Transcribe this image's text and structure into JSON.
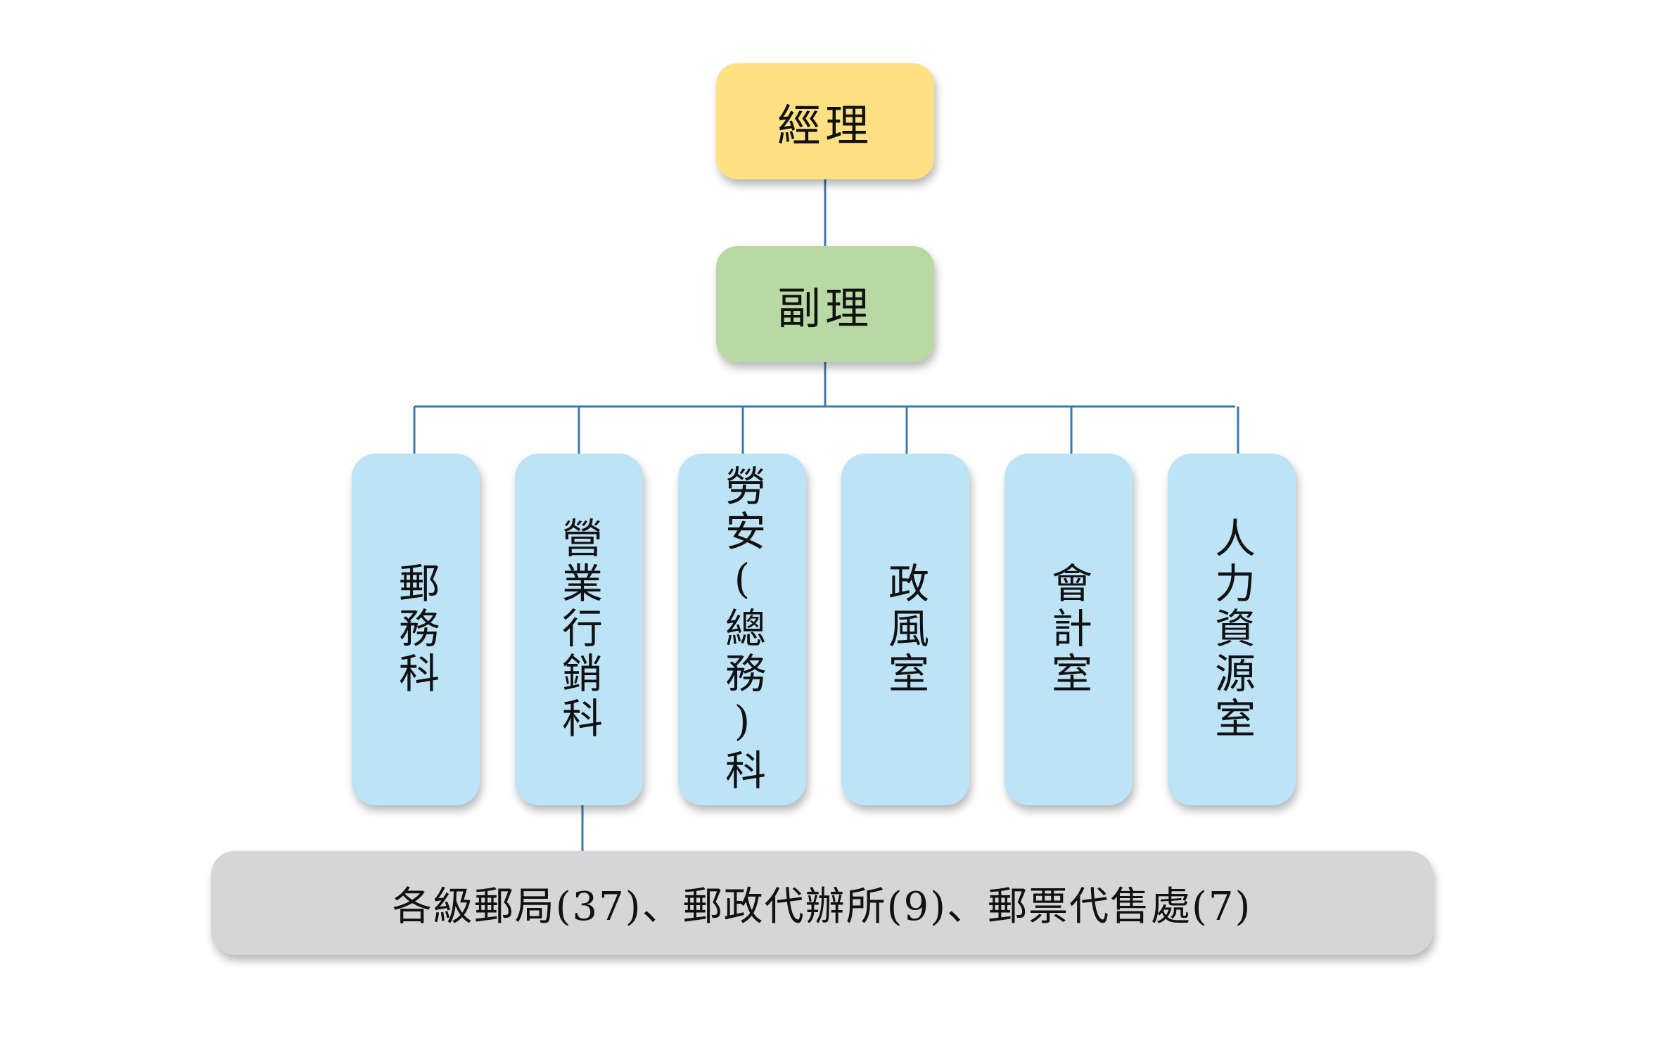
{
  "org_chart": {
    "manager": {
      "label": "經理",
      "color": "#FFE082"
    },
    "deputy": {
      "label": "副理",
      "color": "#B8D8A4"
    },
    "departments": [
      {
        "label": "郵務科"
      },
      {
        "label": "營業行銷科"
      },
      {
        "label": "勞安(總務)科"
      },
      {
        "label": "政風室"
      },
      {
        "label": "會計室"
      },
      {
        "label": "人力資源室"
      }
    ],
    "department_color": "#BDE3F7",
    "offices": {
      "label": "各級郵局(37)、郵政代辦所(9)、郵票代售處(7)",
      "color": "#D6D6D6"
    },
    "connector_color": "#3A78AE"
  }
}
